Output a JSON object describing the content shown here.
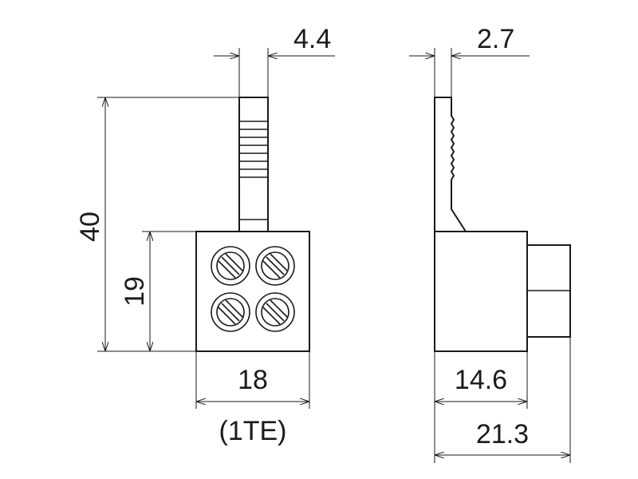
{
  "dimensions": {
    "pin_width": "4.4",
    "side_pin_thickness": "2.7",
    "total_height": "40",
    "body_height": "19",
    "body_width": "18",
    "module_units": "(1TE)",
    "side_body_depth": "14.6",
    "side_total_depth": "21.3"
  }
}
